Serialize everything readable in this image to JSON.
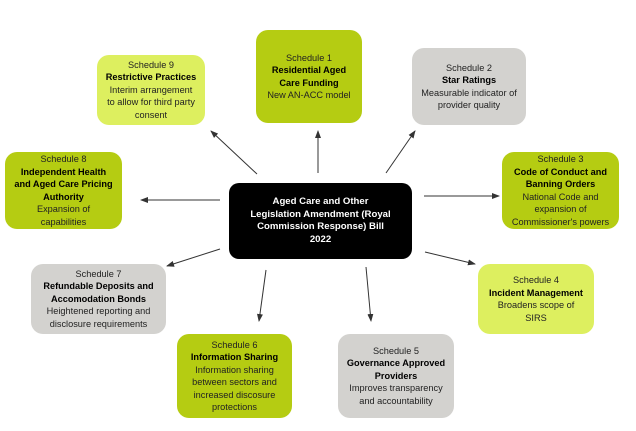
{
  "center": {
    "title": "Aged Care and Other Legislation Amendment (Royal Commission Response) Bill 2022"
  },
  "schedules": [
    {
      "number": "Schedule 1",
      "title": "Residential Aged Care Funding",
      "description": "New AN-ACC model",
      "color": "#b5cc12"
    },
    {
      "number": "Schedule 2",
      "title": "Star Ratings",
      "description": "Measurable indicator of provider quality",
      "color": "#d3d2cf"
    },
    {
      "number": "Schedule 3",
      "title": "Code of Conduct and Banning Orders",
      "description": "National Code and expansion of Commissioner's powers",
      "color": "#b5cc12"
    },
    {
      "number": "Schedule 4",
      "title": "Incident Management",
      "description": "Broadens scope of SIRS",
      "color": "#ddef5f"
    },
    {
      "number": "Schedule 5",
      "title": "Governance Approved Providers",
      "description": "Improves transparency and accountability",
      "color": "#d3d2cf"
    },
    {
      "number": "Schedule 6",
      "title": "Information Sharing",
      "description": "Information sharing between sectors and increased discosure protections",
      "color": "#b5cc12"
    },
    {
      "number": "Schedule 7",
      "title": "Refundable Deposits and Accomodation Bonds",
      "description": "Heightened reporting and disclosure requirements",
      "color": "#d3d2cf"
    },
    {
      "number": "Schedule 8",
      "title": "Independent Health and Aged Care Pricing Authority",
      "description": "Expansion of capabilities",
      "color": "#b5cc12"
    },
    {
      "number": "Schedule 9",
      "title": "Restrictive Practices",
      "description": "Interim arrangement to allow for third party consent",
      "color": "#ddef5f"
    }
  ]
}
